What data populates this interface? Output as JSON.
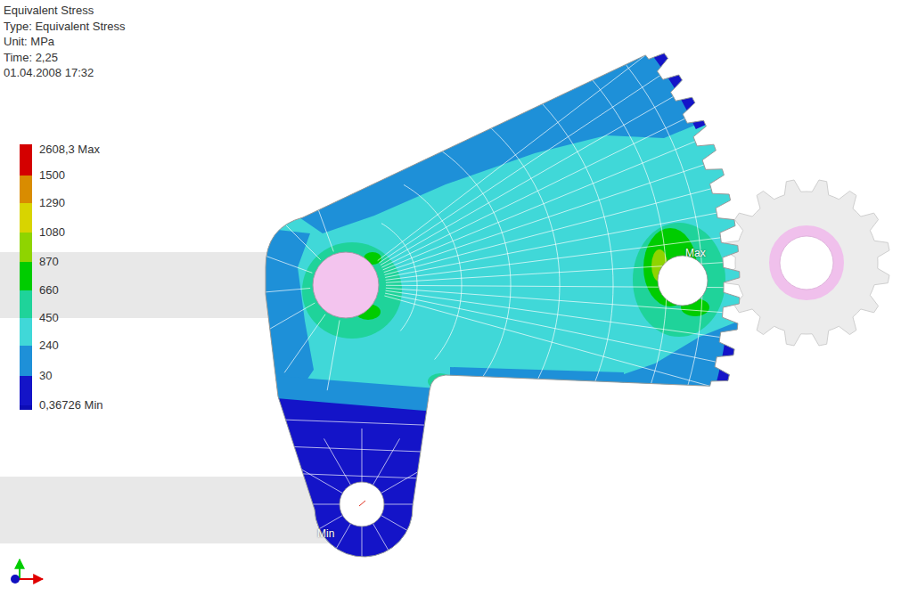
{
  "diagram": {
    "title": "Equivalent Stress",
    "labels": [
      "Type: Equivalent Stress",
      "Unit: MPa",
      "Time: 2,25",
      "01.04.2008 17:32",
      "Max",
      "Min"
    ],
    "legend": [
      {
        "text": "2608,3 Max",
        "color": "#d40000"
      },
      {
        "text": "1500",
        "color": "#d98c00"
      },
      {
        "text": "1290",
        "color": "#d8d400"
      },
      {
        "text": "1080",
        "color": "#8fd400"
      },
      {
        "text": "870",
        "color": "#00cc00"
      },
      {
        "text": "660",
        "color": "#1fd39a"
      },
      {
        "text": "450",
        "color": "#40d8d8"
      },
      {
        "text": "240",
        "color": "#1e90d8"
      },
      {
        "text": "30",
        "color": "#1414c8"
      },
      {
        "text": "0,36726 Min",
        "color": "#0c0cb4"
      }
    ]
  }
}
